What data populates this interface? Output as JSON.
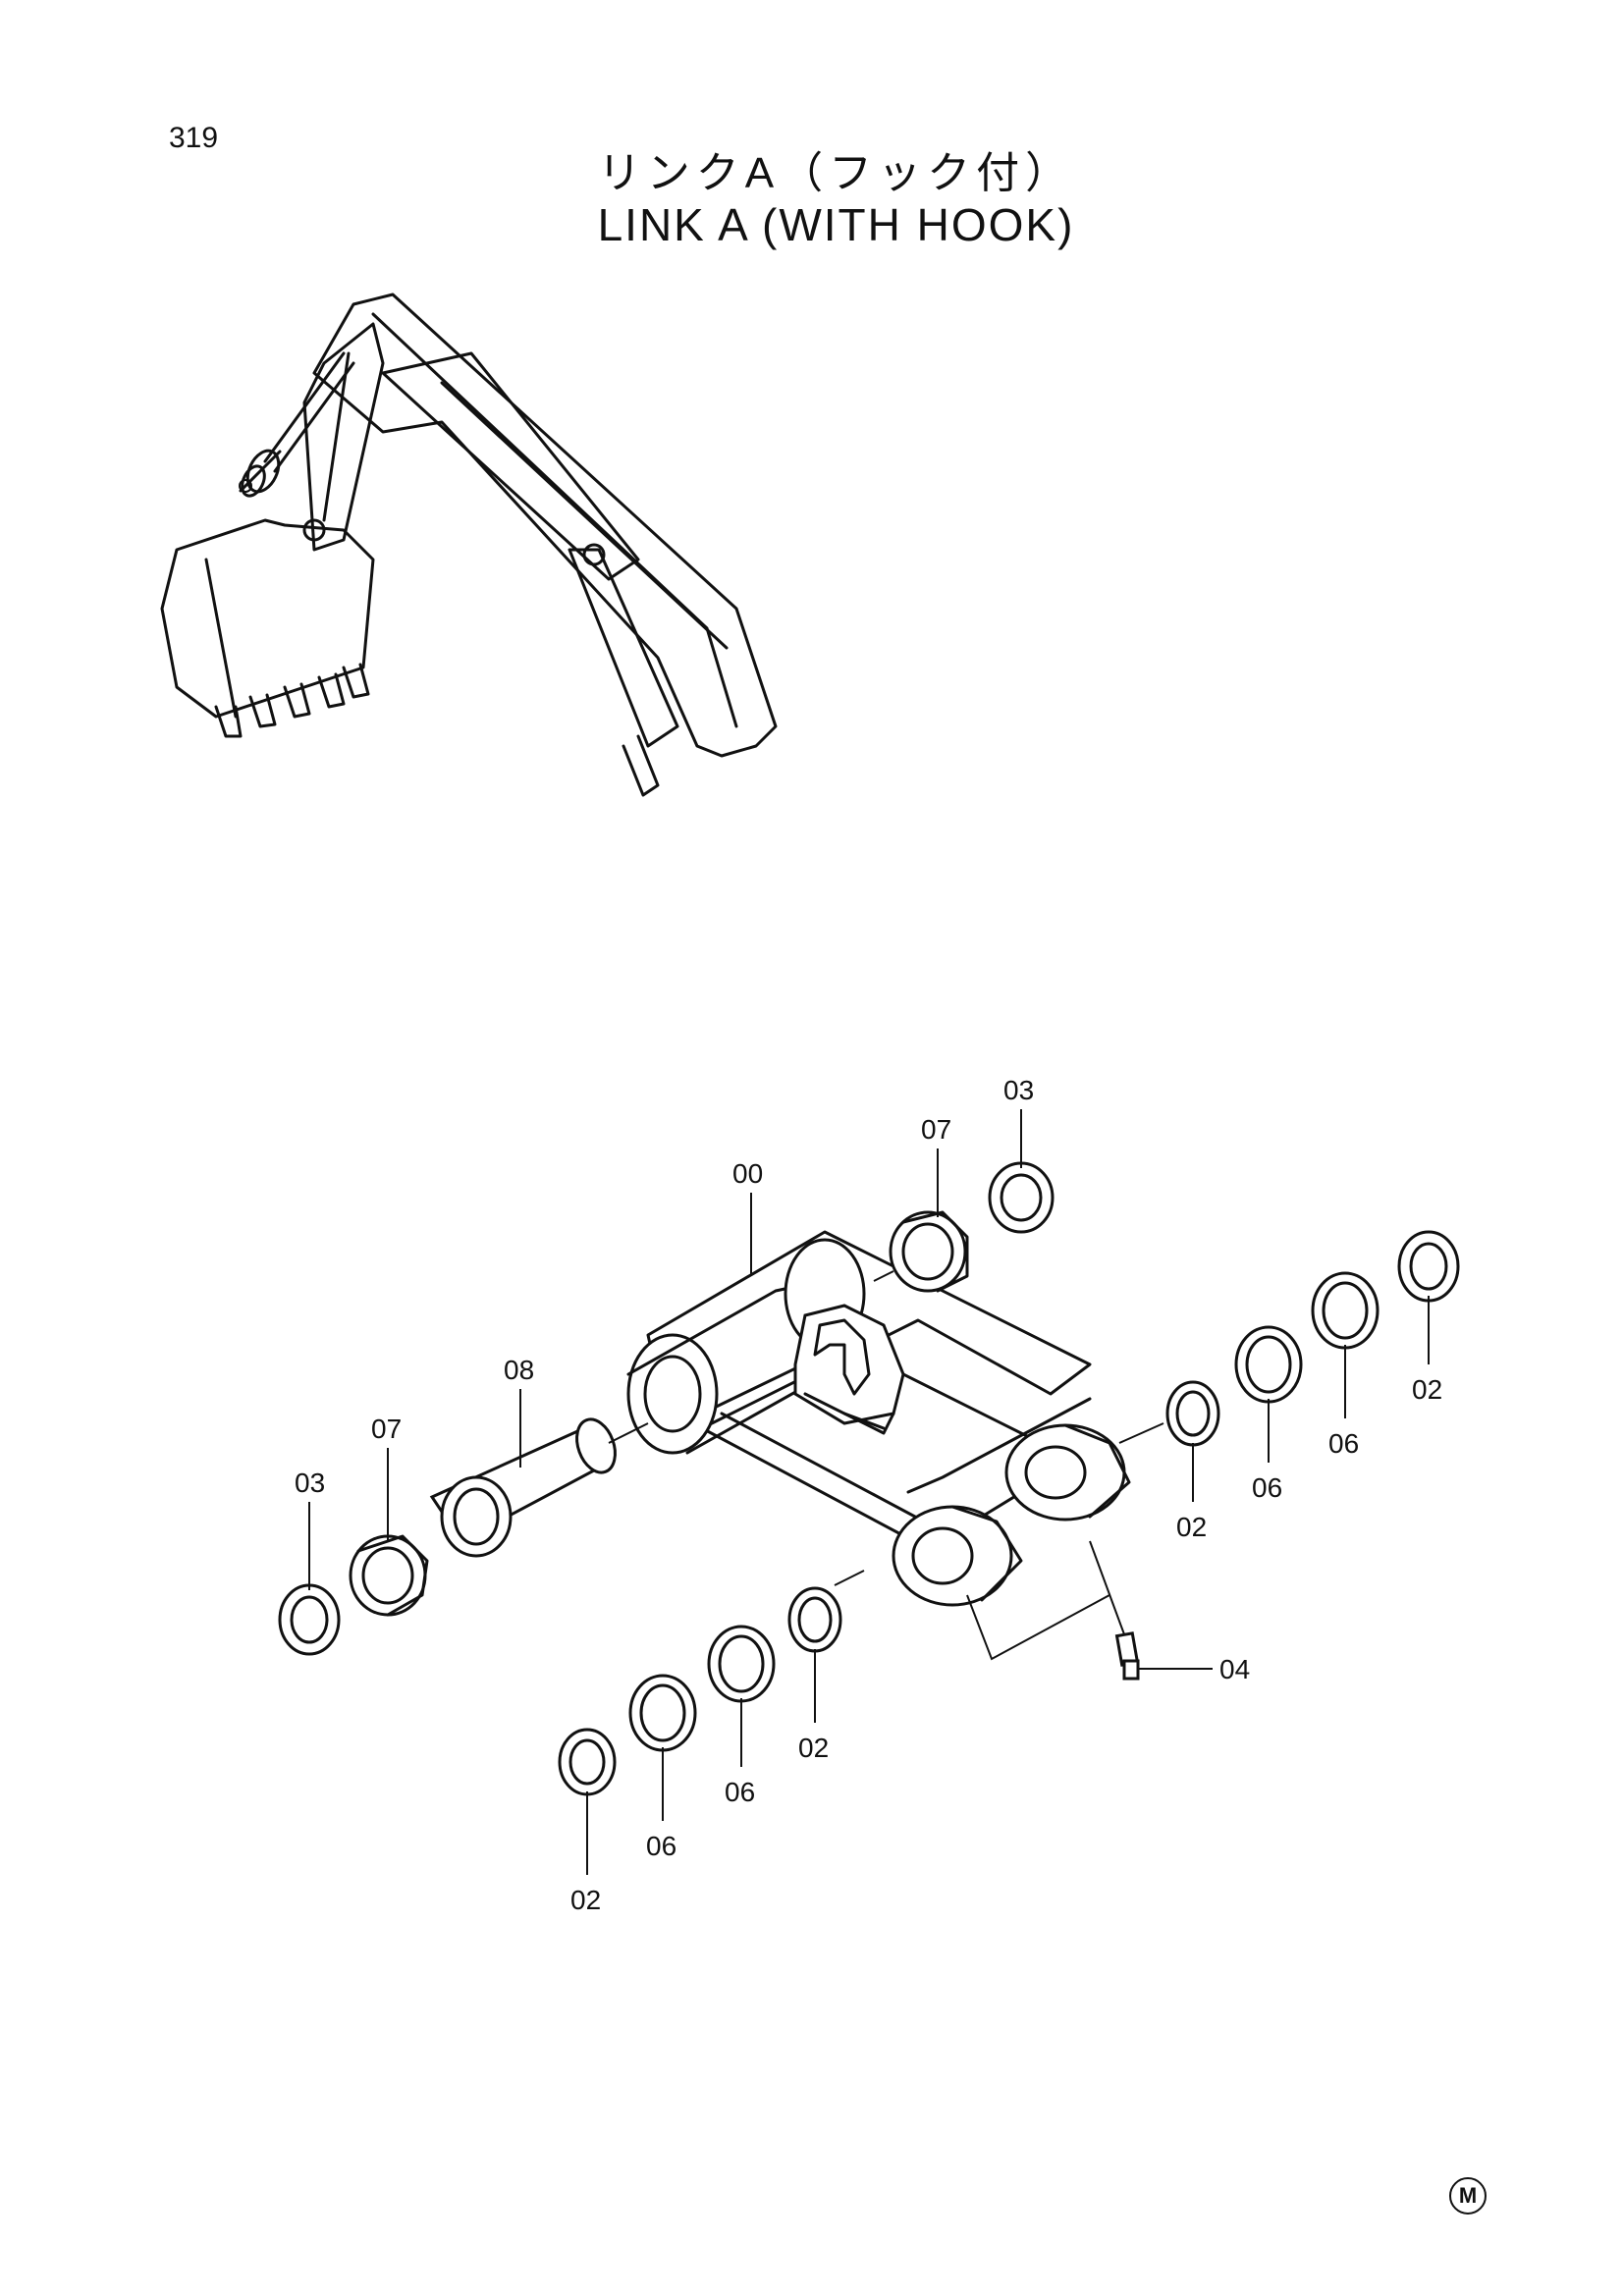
{
  "page": {
    "number": "319",
    "title_jp": "リンクA（フック付）",
    "title_en": "LINK A (WITH HOOK)",
    "mark": "M"
  },
  "callouts": [
    {
      "id": "c00",
      "label": "00"
    },
    {
      "id": "c07a",
      "label": "07"
    },
    {
      "id": "c03a",
      "label": "03"
    },
    {
      "id": "c08",
      "label": "08"
    },
    {
      "id": "c07b",
      "label": "07"
    },
    {
      "id": "c03b",
      "label": "03"
    },
    {
      "id": "c02a",
      "label": "02"
    },
    {
      "id": "c06a",
      "label": "06"
    },
    {
      "id": "c06b",
      "label": "06"
    },
    {
      "id": "c02b",
      "label": "02"
    },
    {
      "id": "c04",
      "label": "04"
    },
    {
      "id": "c02c",
      "label": "02"
    },
    {
      "id": "c06c",
      "label": "06"
    },
    {
      "id": "c06d",
      "label": "06"
    },
    {
      "id": "c02d",
      "label": "02"
    }
  ]
}
